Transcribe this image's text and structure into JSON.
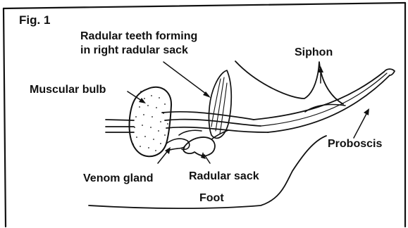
{
  "figure": {
    "number_label": "Fig. 1",
    "ink_color": "#111111",
    "background_color": "#ffffff"
  },
  "labels": {
    "radular_teeth_line1": "Radular teeth forming",
    "radular_teeth_line2": "in right radular sack",
    "siphon": "Siphon",
    "muscular_bulb": "Muscular bulb",
    "proboscis": "Proboscis",
    "venom_gland": "Venom gland",
    "radular_sack": "Radular sack",
    "foot": "Foot"
  }
}
